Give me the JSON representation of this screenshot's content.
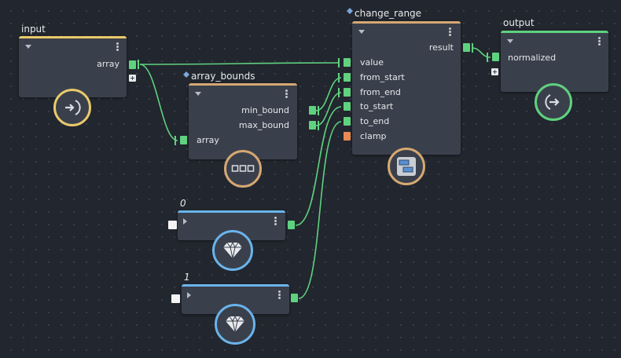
{
  "nodes": {
    "input": {
      "title": "input",
      "ports": {
        "array": "array"
      }
    },
    "array_bounds": {
      "title": "array_bounds",
      "ports": {
        "array": "array",
        "min_bound": "min_bound",
        "max_bound": "max_bound"
      }
    },
    "change_range": {
      "title": "change_range",
      "ports": {
        "value": "value",
        "from_start": "from_start",
        "from_end": "from_end",
        "to_start": "to_start",
        "to_end": "to_end",
        "clamp": "clamp",
        "result": "result"
      }
    },
    "output": {
      "title": "output",
      "ports": {
        "normalized": "normalized"
      }
    },
    "const_0": {
      "title": "0"
    },
    "const_1": {
      "title": "1"
    }
  },
  "colors": {
    "input_accent": "#e9c96a",
    "bounds_accent": "#d6a873",
    "range_accent": "#d6a873",
    "output_accent": "#5fd27f",
    "constant_accent": "#6ab4ec",
    "wire": "#5fd27f",
    "clamp_port": "#e98a52"
  },
  "icons": {
    "input": "arrow-in-icon",
    "array_bounds": "three-squares-icon",
    "change_range": "range-blocks-icon",
    "output": "arrow-out-icon",
    "constant": "diamond-icon"
  }
}
